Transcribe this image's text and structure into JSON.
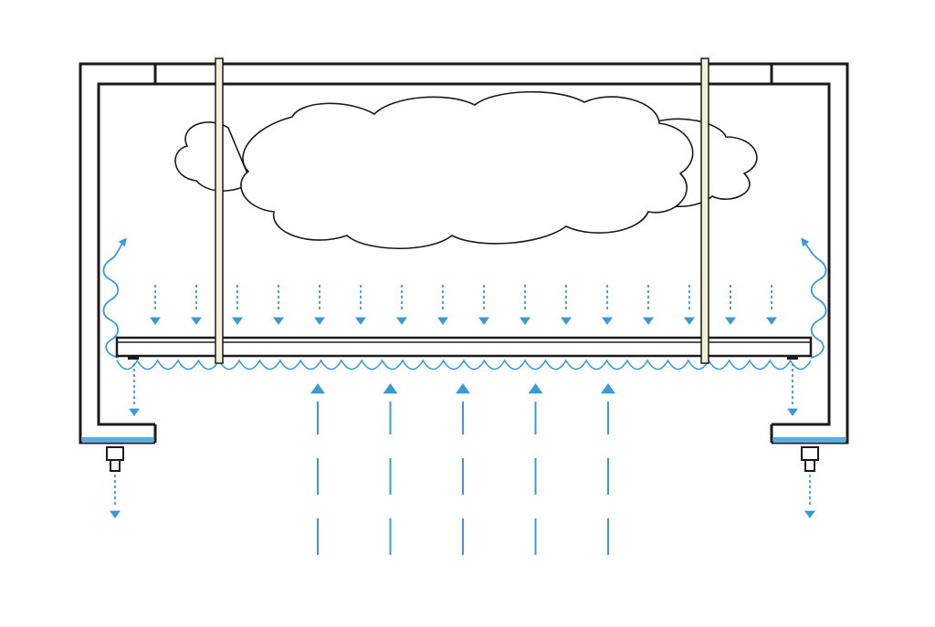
{
  "diagram": {
    "colors": {
      "structure": "#1a1a1a",
      "flow": "#3a9ad9",
      "water": "#5aaee0",
      "rod": "#c8b87a",
      "background": "#ffffff"
    },
    "elements": {
      "cloud": "steam-cloud",
      "rods": 2,
      "drip_arrows": 16,
      "updraft_arrows": 5,
      "side_loops": 2,
      "drains": 2
    }
  }
}
